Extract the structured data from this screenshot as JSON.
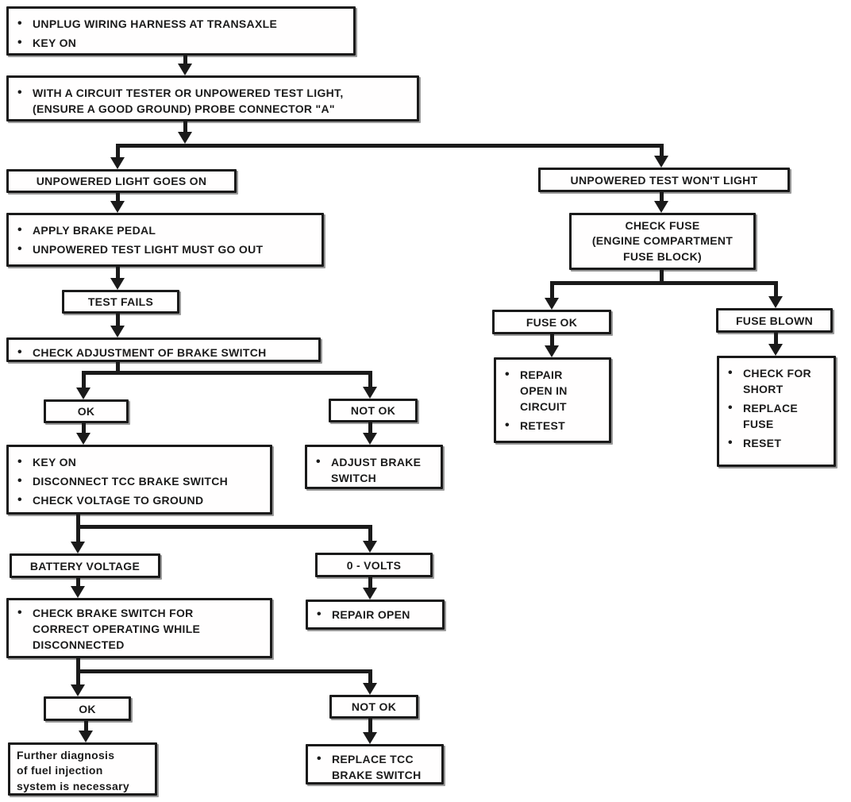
{
  "flowchart": {
    "nodes": {
      "unplug_harness": {
        "items": [
          "UNPLUG WIRING HARNESS AT TRANSAXLE",
          "KEY ON"
        ]
      },
      "probe_connector": {
        "items": [
          "WITH A CIRCUIT TESTER OR UNPOWERED TEST LIGHT,\n(ENSURE A GOOD GROUND) PROBE CONNECTOR \"A\""
        ]
      },
      "unpowered_light_goes_on": {
        "label": "UNPOWERED LIGHT GOES ON"
      },
      "apply_brake": {
        "items": [
          "APPLY BRAKE PEDAL",
          "UNPOWERED TEST LIGHT MUST GO OUT"
        ]
      },
      "test_fails": {
        "label": "TEST FAILS"
      },
      "check_adjustment": {
        "items": [
          "CHECK ADJUSTMENT OF BRAKE SWITCH"
        ]
      },
      "adjustment_ok": {
        "label": "OK"
      },
      "adjustment_not_ok": {
        "label": "NOT OK"
      },
      "key_on_checks": {
        "items": [
          "KEY ON",
          "DISCONNECT TCC BRAKE SWITCH",
          "CHECK VOLTAGE TO GROUND"
        ]
      },
      "adjust_brake_switch": {
        "items": [
          "ADJUST BRAKE\nSWITCH"
        ]
      },
      "battery_voltage": {
        "label": "BATTERY VOLTAGE"
      },
      "zero_volts": {
        "label": "0 - VOLTS"
      },
      "check_brake_switch": {
        "items": [
          "CHECK BRAKE SWITCH FOR\nCORRECT OPERATING WHILE\nDISCONNECTED"
        ]
      },
      "repair_open": {
        "items": [
          "REPAIR OPEN"
        ]
      },
      "operating_ok": {
        "label": "OK"
      },
      "operating_not_ok": {
        "label": "NOT OK"
      },
      "further_diagnosis": {
        "text": "Further diagnosis\nof fuel injection\nsystem is necessary"
      },
      "replace_tcc": {
        "items": [
          "REPLACE TCC\nBRAKE SWITCH"
        ]
      },
      "wont_light": {
        "label": "UNPOWERED TEST WON'T LIGHT"
      },
      "check_fuse": {
        "text": "CHECK FUSE\n(ENGINE COMPARTMENT\nFUSE BLOCK)"
      },
      "fuse_ok": {
        "label": "FUSE OK"
      },
      "fuse_blown": {
        "label": "FUSE BLOWN"
      },
      "repair_open_circuit": {
        "items": [
          "REPAIR\nOPEN IN\nCIRCUIT",
          "RETEST"
        ]
      },
      "check_short": {
        "items": [
          "CHECK FOR\nSHORT",
          "REPLACE\nFUSE",
          "RESET"
        ]
      }
    },
    "colors": {
      "ink": "#1a1a1a",
      "paper": "#ffffff"
    }
  }
}
